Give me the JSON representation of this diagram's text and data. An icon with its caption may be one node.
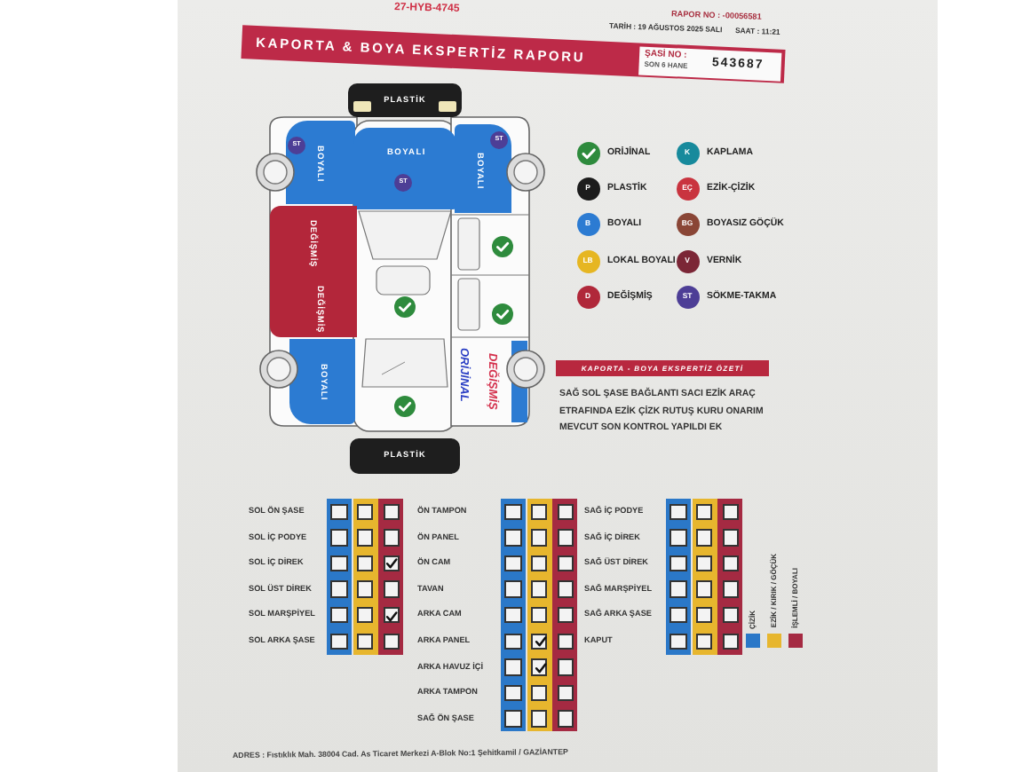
{
  "diagram": {
    "nodes": [
      {
        "text": [
          "KAPORTA & BOYA EKSPERTİZ RAPORU"
        ]
      },
      {
        "text": [
          "ŞASİ NO :",
          "SON 6 HANE",
          "543687"
        ],
        "in": 0
      },
      {
        "text": [
          "PLASTİK"
        ]
      },
      {
        "text": [
          "BOYALI"
        ]
      },
      {
        "text": [
          "ST"
        ],
        "in": 3
      },
      {
        "text": [
          "BOYALI"
        ]
      },
      {
        "text": [
          "ST"
        ],
        "in": 5
      },
      {
        "text": [
          "BOYALI"
        ]
      },
      {
        "text": [
          "ST"
        ],
        "in": 7
      },
      {
        "text": [
          "DEĞİŞMİŞ"
        ]
      },
      {
        "text": [
          "DEĞİŞMİŞ"
        ]
      },
      {
        "text": [
          "BOYALI"
        ]
      },
      {
        "text": [
          "PLASTİK"
        ]
      },
      {
        "text": [
          "KAPORTA - BOYA EKSPERTİZ ÖZETİ"
        ]
      }
    ],
    "labels": [
      "27-HYB-4745",
      "RAPOR NO : -00056581",
      "TARİH : 19 AĞUSTOS 2025 SALI",
      "SAAT : 11:21",
      "K",
      "P",
      "EÇ",
      "B",
      "BG",
      "LB",
      "V",
      "D",
      "ST",
      "ORİJİNAL",
      "DEĞİŞMİŞ",
      "SAĞ SOL ŞASE BAĞLANTI SACI EZİK ARAÇ ETRAFINDA EZİK ÇİZK RUTUŞ KURU ONARIM MEVCUT SON KONTROL YAPILDI EK",
      "SOL ÖN ŞASE",
      "ÖN TAMPON",
      "SAĞ İÇ PODYE",
      "SOL İÇ PODYE",
      "ÖN PANEL",
      "SAĞ İÇ DİREK",
      "SOL İÇ DİREK",
      "ÖN CAM",
      "SAĞ ÜST DİREK",
      "SOL ÜST DİREK",
      "TAVAN",
      "SAĞ MARŞPİYEL",
      "SOL MARŞPİYEL",
      "ARKA CAM",
      "SAĞ ARKA ŞASE",
      "SOL ARKA ŞASE",
      "ARKA PANEL",
      "KAPUT",
      "ARKA HAVUZ İÇİ",
      "ARKA TAMPON",
      "SAĞ ÖN ŞASE",
      "ADRES : Fıstıklık Mah. 38004 Cad. As Ticaret Merkezi A-Blok No:1 Şehitkamil / GAZİANTEP"
    ],
    "legend": [
      {
        "text": "ORİJİNAL",
        "color": "#2e8b3d"
      },
      {
        "text": "KAPLAMA",
        "color": "#178a9c"
      },
      {
        "text": "PLASTİK",
        "color": "#1c1c1c"
      },
      {
        "text": "EZİK-ÇİZİK",
        "color": "#c9343f"
      },
      {
        "text": "BOYALI",
        "color": "#2c7bd2"
      },
      {
        "text": "BOYASIZ GÖÇÜK",
        "color": "#8a4636"
      },
      {
        "text": "LOKAL BOYALI",
        "color": "#e6b622"
      },
      {
        "text": "VERNİK",
        "color": "#7b2636"
      },
      {
        "text": "DEĞİŞMİŞ",
        "color": "#b0283a"
      },
      {
        "text": "SÖKME-TAKMA",
        "color": "#4d3e96"
      },
      {
        "text": "ÇİZİK",
        "color": "#2b78c8"
      },
      {
        "text": "EZİK / KIRIK / GÖÇÜK",
        "color": "#e7b62e"
      },
      {
        "text": "İŞLEMLİ / BOYALI",
        "color": "#a52a42"
      }
    ]
  }
}
